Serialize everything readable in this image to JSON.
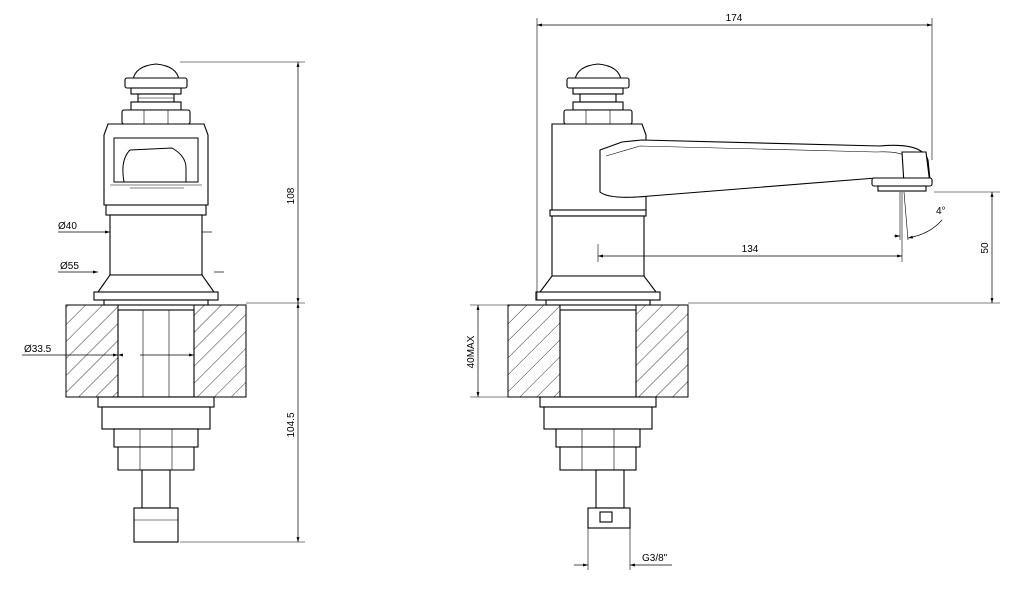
{
  "dimensions": {
    "front_height_top": "108",
    "front_height_bottom": "104.5",
    "diameter_40": "Ø40",
    "diameter_55": "Ø55",
    "diameter_33_5": "Ø33.5",
    "side_width_total": "174",
    "spout_reach": "134",
    "spout_height": "50",
    "spout_angle": "4°",
    "deck_thickness_max": "40MAX",
    "connection_thread": "G3/8\""
  }
}
